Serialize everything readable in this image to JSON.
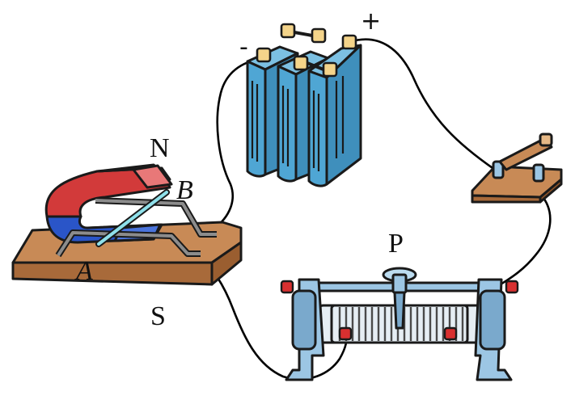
{
  "labels": {
    "north_pole": "N",
    "south_pole": "S",
    "rod_end_a": "A",
    "rod_end_b": "B",
    "slider": "P",
    "battery_negative": "-",
    "battery_positive": "+"
  },
  "colors": {
    "outline": "#1a1a1a",
    "wood_base": "#c88a56",
    "wood_side": "#a86a3a",
    "magnet_red": "#d23a3a",
    "magnet_blue": "#2a55c8",
    "battery_blue": "#4fa6d4",
    "terminal_yellow": "#f4d48a",
    "rod_cyan": "#8fe0ea",
    "rheostat_blue": "#9cc6e4",
    "knob_red": "#d83030",
    "wire": "#000000"
  }
}
